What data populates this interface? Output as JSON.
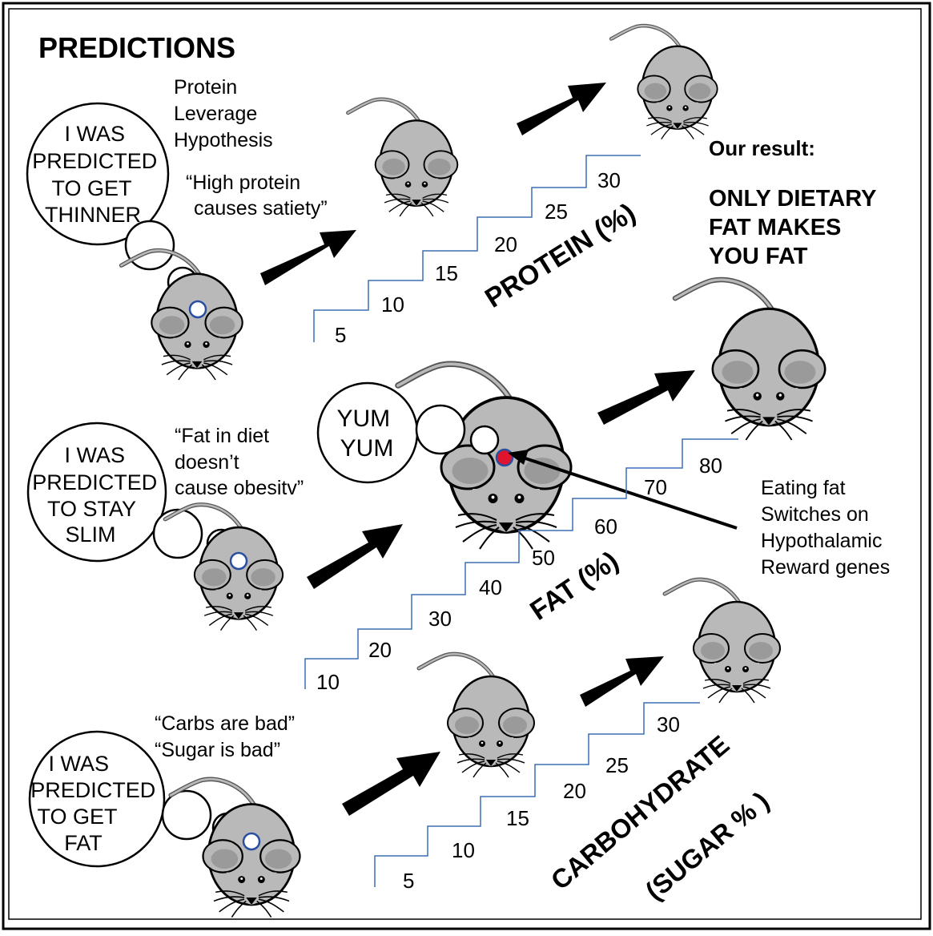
{
  "title": "PREDICTIONS",
  "top_label": [
    "Protein",
    "Leverage",
    "Hypothesis"
  ],
  "top_quote": [
    "“High protein",
    "causes satiety”"
  ],
  "top_bubble": [
    "I WAS",
    "PREDICTED",
    "TO GET",
    "THINNER"
  ],
  "mid_quote": [
    "“Fat in diet",
    "doesn’t",
    "cause obesitv”"
  ],
  "mid_bubble": [
    "I WAS",
    "PREDICTED",
    "TO STAY",
    "SLIM"
  ],
  "bot_quote": [
    "“Carbs are bad”",
    "“Sugar is bad”"
  ],
  "bot_bubble": [
    "I WAS",
    "PREDICTED",
    "TO GET",
    "FAT"
  ],
  "yum_bubble": [
    "YUM",
    "YUM"
  ],
  "result_label": "Our result:",
  "result_text": [
    "ONLY DIETARY",
    "FAT MAKES",
    "YOU FAT"
  ],
  "reward_note": [
    "Eating fat",
    "Switches on",
    "Hypothalamic",
    "Reward genes"
  ],
  "protein_axis": {
    "label": "PROTEIN (%)",
    "steps": [
      "5",
      "10",
      "15",
      "20",
      "25",
      "30"
    ]
  },
  "fat_axis": {
    "label": "FAT (%)",
    "steps": [
      "10",
      "20",
      "30",
      "40",
      "50",
      "60",
      "70",
      "80"
    ]
  },
  "carb_axis": {
    "label_line1": "CARBOHYDRATE",
    "label_line2": "(SUGAR % )",
    "steps": [
      "5",
      "10",
      "15",
      "20",
      "25",
      "30"
    ]
  },
  "colors": {
    "mouse_body": "#b9b9b9",
    "mouse_ear": "#9a9a9a",
    "stair_line": "#3b6fb5",
    "brain_red": "#e0142c",
    "outline": "#000000"
  }
}
